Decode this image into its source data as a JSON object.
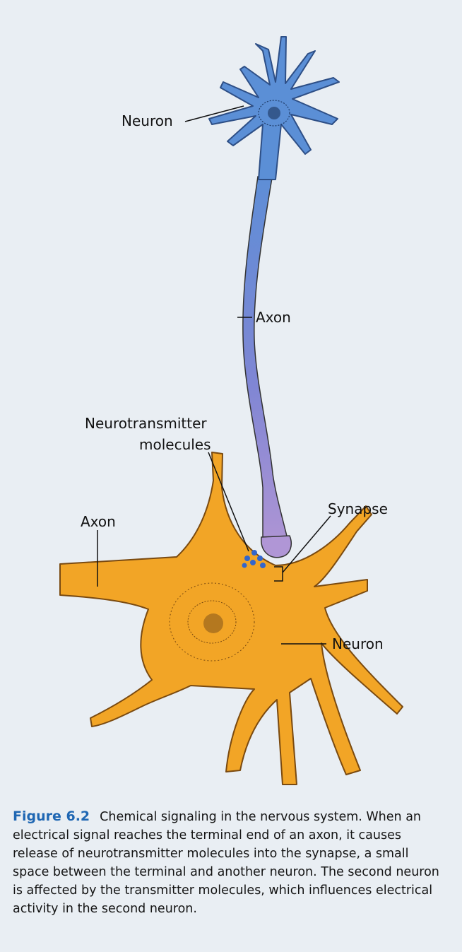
{
  "labels": {
    "neuron_top": "Neuron",
    "axon_top": "Axon",
    "nt_line1": "Neurotransmitter",
    "nt_line2": "molecules",
    "synapse": "Synapse",
    "axon_bottom": "Axon",
    "neuron_bottom": "Neuron"
  },
  "caption": {
    "figure_number": "Figure 6.2",
    "text": "Chemical signaling in the nervous system. When an electrical signal reaches the terminal end of an axon, it causes release of neurotransmitter molecules into the synapse, a small space between the terminal and another neuron. The second neuron is affected by the transmitter molecules, which influences electrical activity in the second neuron."
  },
  "colors": {
    "background": "#e9eef3",
    "neuron_top_fill": "#5b8fd6",
    "axon_gradient_start": "#5e8ed6",
    "axon_gradient_end": "#a98fd2",
    "neuron_bottom_fill": "#f2a526",
    "molecules": "#3366cc",
    "figure_number": "#1f67b3"
  }
}
